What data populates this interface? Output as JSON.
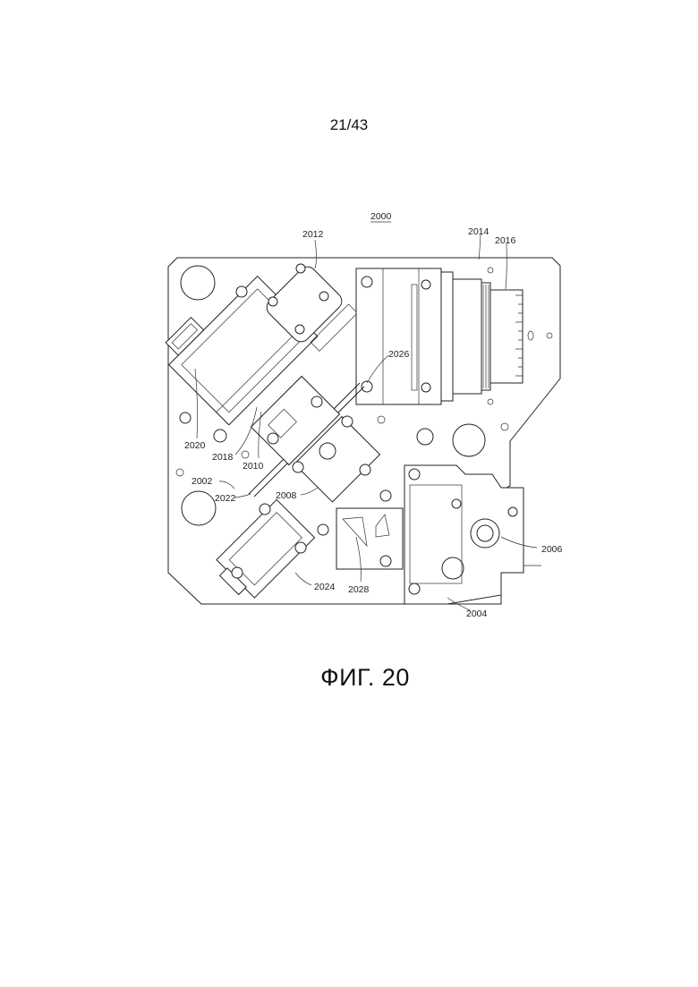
{
  "page_number": "21/43",
  "figure_caption": "ФИГ. 20",
  "reference_numerals": {
    "assembly": "2000",
    "r2002": "2002",
    "r2004": "2004",
    "r2006": "2006",
    "r2008": "2008",
    "r2010": "2010",
    "r2012": "2012",
    "r2014": "2014",
    "r2016": "2016",
    "r2018": "2018",
    "r2020": "2020",
    "r2022": "2022",
    "r2024": "2024",
    "r2026": "2026",
    "r2028": "2028"
  }
}
